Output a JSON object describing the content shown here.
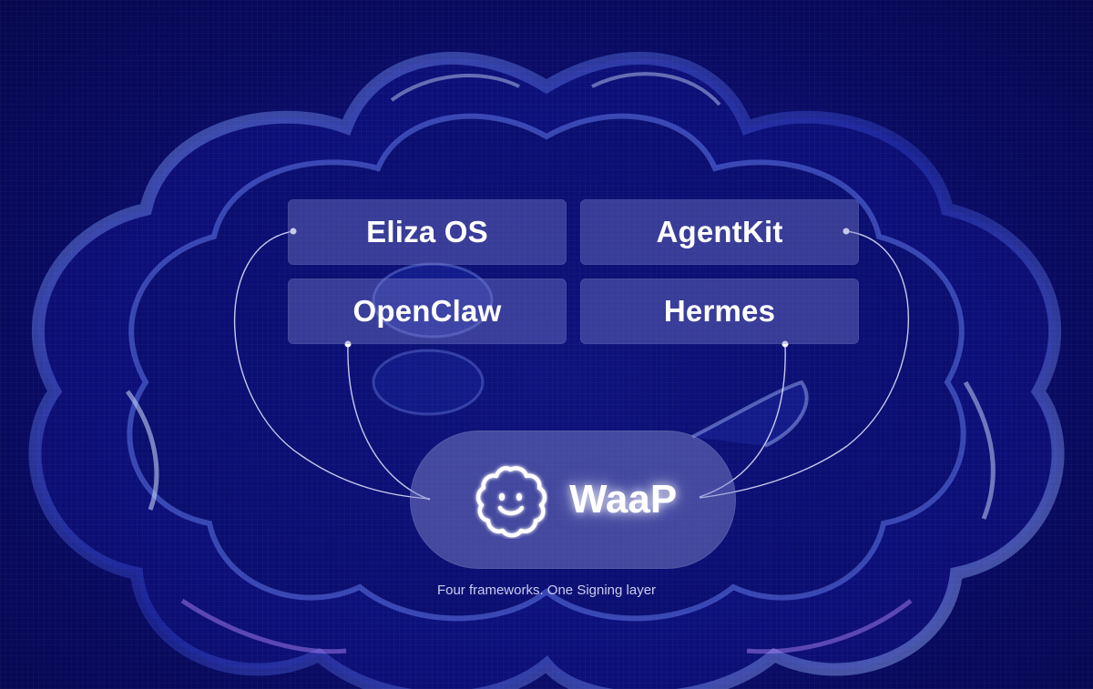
{
  "frameworks": {
    "eliza": "Eliza OS",
    "agentkit": "AgentKit",
    "openclaw": "OpenClaw",
    "hermes": "Hermes"
  },
  "center": {
    "logo_icon": "smiling-flower-icon",
    "brand": "WaaP"
  },
  "tagline": "Four frameworks. One Signing layer",
  "colors": {
    "background": "#07085a",
    "card": "#5a5fb0",
    "text": "#ffffff"
  }
}
